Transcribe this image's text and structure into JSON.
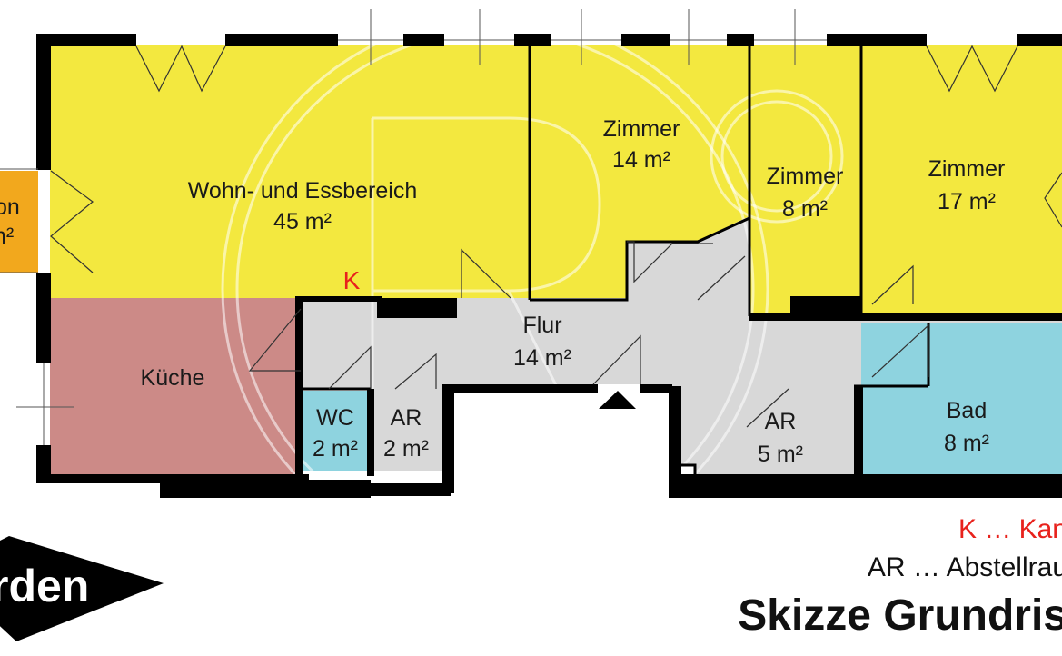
{
  "rooms": [
    {
      "id": "balkon",
      "name": "on",
      "area": "m²"
    },
    {
      "id": "wohn",
      "name": "Wohn- und Essbereich",
      "area": "45 m²"
    },
    {
      "id": "zimmer1",
      "name": "Zimmer",
      "area": "14 m²"
    },
    {
      "id": "zimmer2",
      "name": "Zimmer",
      "area": "8 m²"
    },
    {
      "id": "zimmer3",
      "name": "Zimmer",
      "area": "17 m²"
    },
    {
      "id": "kueche",
      "name": "Küche",
      "area": ""
    },
    {
      "id": "flur",
      "name": "Flur",
      "area": "14 m²"
    },
    {
      "id": "wc",
      "name": "WC",
      "area": "2 m²"
    },
    {
      "id": "ar1",
      "name": "AR",
      "area": "2 m²"
    },
    {
      "id": "ar2",
      "name": "AR",
      "area": "5 m²"
    },
    {
      "id": "bad",
      "name": "Bad",
      "area": "8 m²"
    }
  ],
  "marker_k": "K",
  "legend": {
    "k": "K … Kan",
    "ar": "AR … Abstellrau"
  },
  "title": "Skizze Grundris",
  "compass_label": "rden",
  "colors": {
    "living": "#f3e83f",
    "kitchen": "#cc8a87",
    "hall": "#d8d8d8",
    "wet": "#8ed3df",
    "balcony": "#f2a81d",
    "wall": "#000000",
    "marker": "#e8221c"
  }
}
